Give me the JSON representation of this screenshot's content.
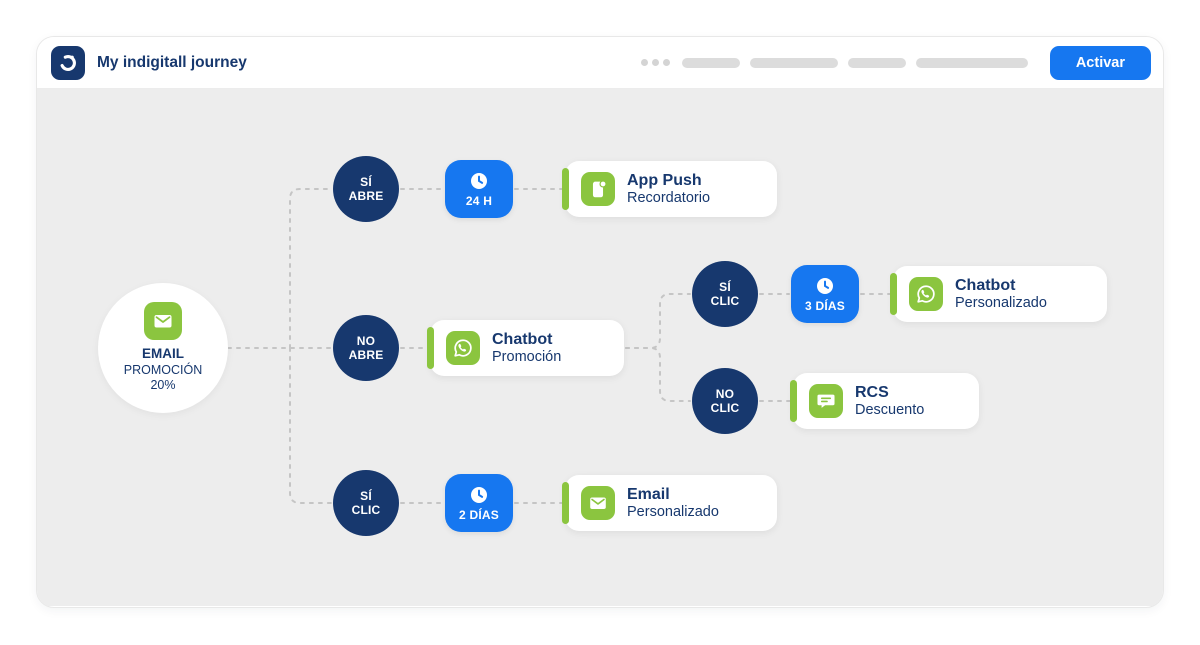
{
  "colors": {
    "navy": "#17386e",
    "blue": "#1677f0",
    "green": "#8bc53f",
    "canvas_bg": "#ededed"
  },
  "header": {
    "title": "My indigitall journey",
    "activate_button": "Activar"
  },
  "journey": {
    "start": {
      "icon": "email-icon",
      "line1": "EMAIL",
      "line2": "PROMOCIÓN",
      "line3": "20%"
    },
    "conditions": {
      "si_abre": {
        "line1": "SÍ",
        "line2": "ABRE"
      },
      "no_abre": {
        "line1": "NO",
        "line2": "ABRE"
      },
      "si_clic_bottom": {
        "line1": "SÍ",
        "line2": "CLIC"
      },
      "si_clic_mid": {
        "line1": "SÍ",
        "line2": "CLIC"
      },
      "no_clic": {
        "line1": "NO",
        "line2": "CLIC"
      }
    },
    "delays": {
      "d24h": {
        "icon": "clock-icon",
        "label": "24 H"
      },
      "d3dias": {
        "icon": "clock-icon",
        "label": "3 DÍAS"
      },
      "d2dias": {
        "icon": "clock-icon",
        "label": "2 DÍAS"
      }
    },
    "actions": {
      "app_push": {
        "icon": "app-push-icon",
        "title": "App Push",
        "subtitle": "Recordatorio"
      },
      "chatbot_promo": {
        "icon": "whatsapp-icon",
        "title": "Chatbot",
        "subtitle": "Promoción"
      },
      "chatbot_pers": {
        "icon": "whatsapp-icon",
        "title": "Chatbot",
        "subtitle": "Personalizado"
      },
      "rcs": {
        "icon": "rcs-icon",
        "title": "RCS",
        "subtitle": "Descuento"
      },
      "email_pers": {
        "icon": "email-icon",
        "title": "Email",
        "subtitle": "Personalizado"
      }
    }
  }
}
